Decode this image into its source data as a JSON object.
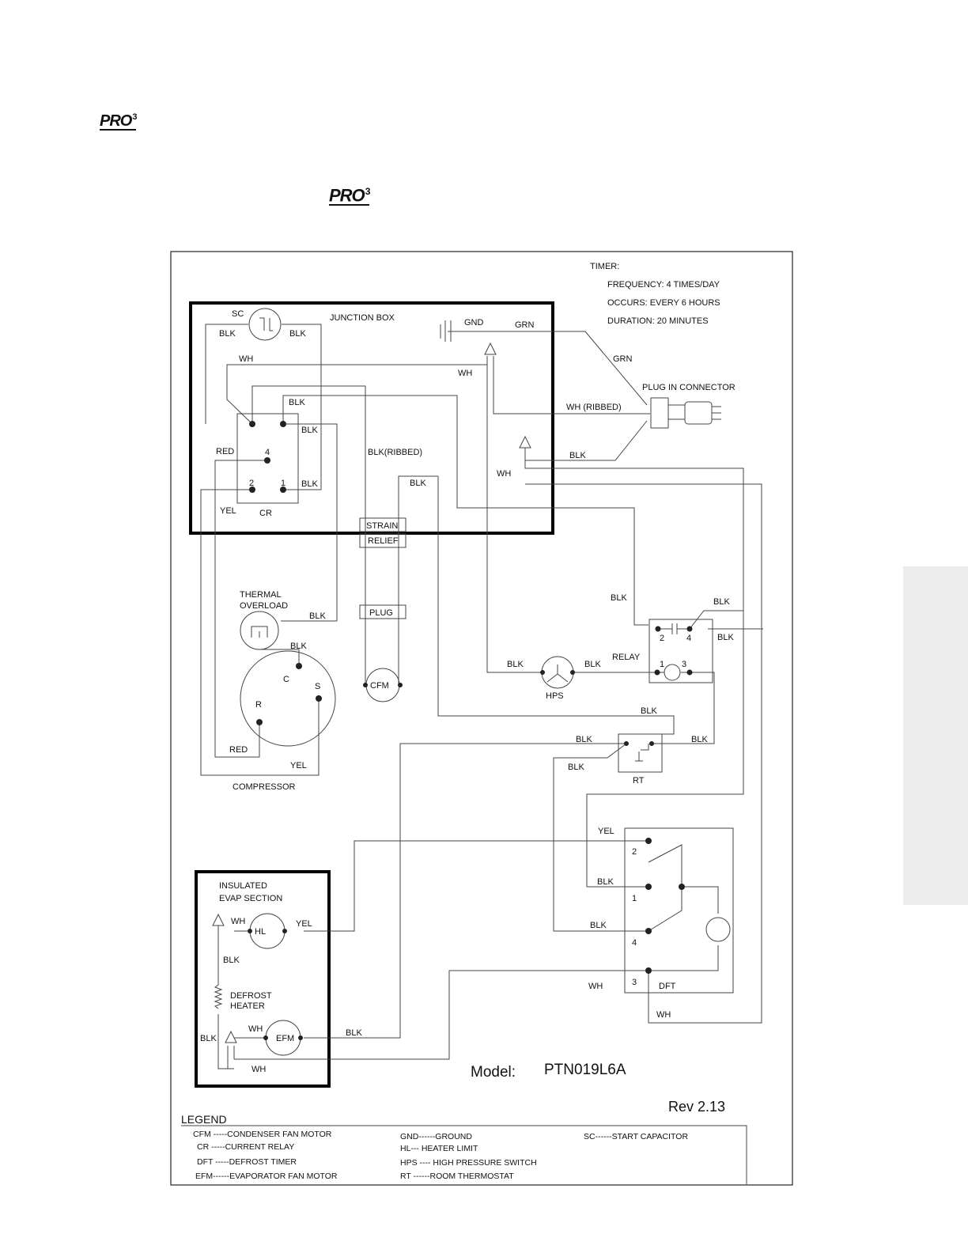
{
  "logo_text": "PRO",
  "logo_sup": "3",
  "timer": {
    "title": "TIMER:",
    "frequency": "FREQUENCY:  4 TIMES/DAY",
    "occurs": "OCCURS:  EVERY 6 HOURS",
    "duration": "DURATION:  20 MINUTES"
  },
  "labels": {
    "sc": "SC",
    "junction_box": "JUNCTION BOX",
    "gnd": "GND",
    "grn": "GRN",
    "blk": "BLK",
    "wh": "WH",
    "red": "RED",
    "yel": "YEL",
    "cr": "CR",
    "four": "4",
    "two": "2",
    "one": "1",
    "three": "3",
    "blk_ribbed": "BLK(RIBBED)",
    "wh_ribbed": "WH (RIBBED)",
    "plug_in_connector": "PLUG IN CONNECTOR",
    "strain": "STRAIN",
    "relief": "RELIEF",
    "plug": "PLUG",
    "cfm": "CFM",
    "thermal": "THERMAL",
    "overload": "OVERLOAD",
    "c": "C",
    "s": "S",
    "r": "R",
    "compressor": "COMPRESSOR",
    "hps": "HPS",
    "relay": "RELAY",
    "rt": "RT",
    "dft": "DFT",
    "insulated": "INSULATED",
    "evap_section": "EVAP SECTION",
    "hl": "HL",
    "defrost": "DEFROST",
    "heater": "HEATER",
    "efm": "EFM"
  },
  "model_label": "Model:",
  "model_value": "PTN019L6A",
  "rev": "Rev 2.13",
  "legend": {
    "title": "LEGEND",
    "col1": [
      "CFM -----CONDENSER FAN MOTOR",
      "CR  -----CURRENT RELAY",
      "DFT -----DEFROST TIMER",
      "EFM------EVAPORATOR FAN MOTOR"
    ],
    "col2": [
      "GND------GROUND",
      "HL--- HEATER LIMIT",
      "HPS ---- HIGH PRESSURE SWITCH",
      " RT ------ROOM THERMOSTAT"
    ],
    "col3": [
      "SC------START CAPACITOR"
    ]
  }
}
